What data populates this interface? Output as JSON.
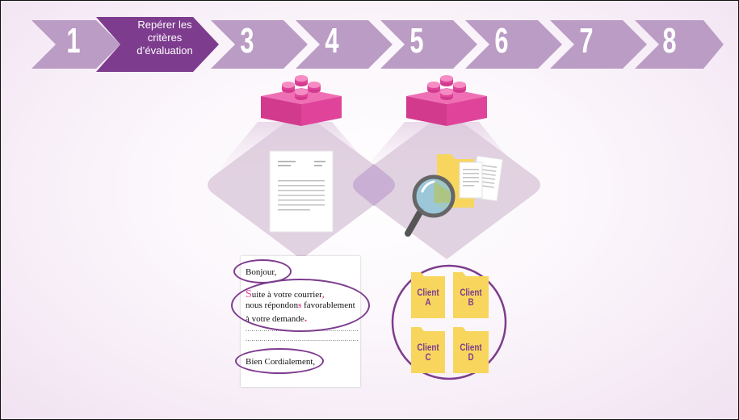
{
  "steps": {
    "items": [
      {
        "label": "1"
      },
      {
        "label": "Repérer les\ncritères\nd’évaluation",
        "active": true
      },
      {
        "label": "3"
      },
      {
        "label": "4"
      },
      {
        "label": "5"
      },
      {
        "label": "6"
      },
      {
        "label": "7"
      },
      {
        "label": "8"
      }
    ]
  },
  "letter": {
    "greeting": "Bonjour,",
    "body_line1_initial": "S",
    "body_line1_rest": "uite à votre courrier",
    "body_line1_punct": ",",
    "body_line2_start": "nous répondon",
    "body_line2_s": "s",
    "body_line2_end": " favorablement",
    "body_line3_text": "à votre demande",
    "body_line3_punct": ".",
    "dots1": "........................................................",
    "dots2": "........................................................",
    "closing": "Bien Cordialement,"
  },
  "folders": [
    {
      "line1": "Client",
      "line2": "A"
    },
    {
      "line1": "Client",
      "line2": "B"
    },
    {
      "line1": "Client",
      "line2": "C"
    },
    {
      "line1": "Client",
      "line2": "D"
    }
  ],
  "colors": {
    "step_inactive": "#ba9cc5",
    "step_active": "#7d3c8e",
    "brick": "#e0449a",
    "brick_dark": "#c02f82",
    "brick_top": "#ef6fb4",
    "diamond": "#dcccdc",
    "diamond_overlap": "#cdb4d6",
    "oval": "#7d3c8e",
    "folder": "#f8d65e",
    "folder_text": "#7d3c8e",
    "highlight": "#e0449a"
  },
  "icons": [
    "lego-brick-icon",
    "document-icon",
    "magnifier-icon",
    "folder-icon"
  ]
}
